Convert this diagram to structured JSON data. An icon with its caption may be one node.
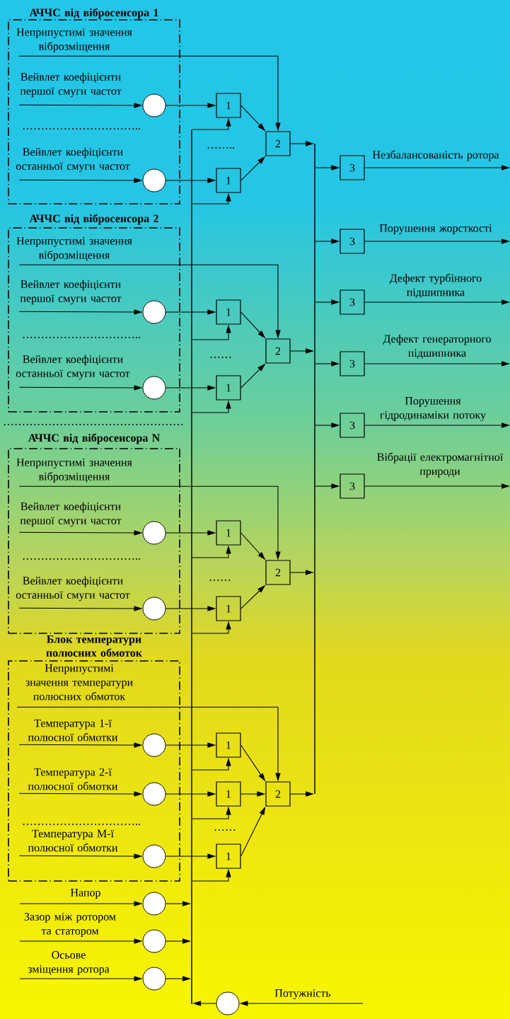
{
  "diagram": {
    "nodes": [
      {
        "text": [
          "АЧЧС від вібросенсора 1"
        ]
      },
      {
        "text": [],
        "shape": "circle",
        "in": 0
      },
      {
        "text": [],
        "shape": "circle",
        "in": 0
      },
      {
        "text": [
          "1"
        ]
      },
      {
        "text": [
          "1"
        ]
      },
      {
        "text": [
          "2"
        ]
      },
      {
        "text": [
          "АЧЧС від вібросенсора 2"
        ]
      },
      {
        "text": [],
        "shape": "circle",
        "in": 6
      },
      {
        "text": [],
        "shape": "circle",
        "in": 6
      },
      {
        "text": [
          "1"
        ]
      },
      {
        "text": [
          "1"
        ]
      },
      {
        "text": [
          "2"
        ]
      },
      {
        "text": [
          "АЧЧС від вібросенсора N"
        ]
      },
      {
        "text": [],
        "shape": "circle",
        "in": 12
      },
      {
        "text": [],
        "shape": "circle",
        "in": 12
      },
      {
        "text": [
          "1"
        ]
      },
      {
        "text": [
          "1"
        ]
      },
      {
        "text": [
          "2"
        ]
      },
      {
        "text": [
          "Блок температури полюсних обмоток"
        ]
      },
      {
        "text": [],
        "shape": "circle",
        "in": 18
      },
      {
        "text": [],
        "shape": "circle",
        "in": 18
      },
      {
        "text": [],
        "shape": "circle",
        "in": 18
      },
      {
        "text": [
          "1"
        ]
      },
      {
        "text": [
          "1"
        ]
      },
      {
        "text": [
          "1"
        ]
      },
      {
        "text": [
          "2"
        ]
      },
      {
        "text": [],
        "shape": "circle"
      },
      {
        "text": [],
        "shape": "circle"
      },
      {
        "text": [],
        "shape": "circle"
      },
      {
        "text": [],
        "shape": "circle"
      },
      {
        "text": [],
        "shape": "bar"
      },
      {
        "text": [],
        "shape": "bar"
      },
      {
        "text": [
          "3"
        ]
      },
      {
        "text": [
          "3"
        ]
      },
      {
        "text": [
          "3"
        ]
      },
      {
        "text": [
          "3"
        ]
      },
      {
        "text": [
          "3"
        ]
      },
      {
        "text": [
          "3"
        ]
      }
    ],
    "edges": [
      {
        "from": 0,
        "to": 1,
        "arrow": "to",
        "label": "Вейвлет коефіцієнти першої смуги частот"
      },
      {
        "from": 1,
        "to": 3,
        "arrow": "to"
      },
      {
        "from": 0,
        "to": 2,
        "arrow": "to",
        "label": "Вейвлет коефіцієнти останньої смуги частот"
      },
      {
        "from": 2,
        "to": 4,
        "arrow": "to"
      },
      {
        "from": 0,
        "to": 5,
        "arrow": "to",
        "label": "Неприпустимі значення віброзміщення"
      },
      {
        "from": 3,
        "to": 5,
        "arrow": "to"
      },
      {
        "from": 4,
        "to": 5,
        "arrow": "to"
      },
      {
        "from": 30,
        "to": 3,
        "arrow": "to"
      },
      {
        "from": 30,
        "to": 4,
        "arrow": "to"
      },
      {
        "from": 5,
        "to": 31,
        "arrow": "to"
      },
      {
        "from": 6,
        "to": 7,
        "arrow": "to",
        "label": "Вейвлет коефіцієнти першої смуги частот"
      },
      {
        "from": 7,
        "to": 9,
        "arrow": "to"
      },
      {
        "from": 6,
        "to": 8,
        "arrow": "to",
        "label": "Вейвлет коефіцієнти останньої смуги частот"
      },
      {
        "from": 8,
        "to": 10,
        "arrow": "to"
      },
      {
        "from": 6,
        "to": 11,
        "arrow": "to",
        "label": "Неприпустимі значення віброзміщення"
      },
      {
        "from": 9,
        "to": 11,
        "arrow": "to"
      },
      {
        "from": 10,
        "to": 11,
        "arrow": "to"
      },
      {
        "from": 30,
        "to": 9,
        "arrow": "to"
      },
      {
        "from": 30,
        "to": 10,
        "arrow": "to"
      },
      {
        "from": 11,
        "to": 31,
        "arrow": "to"
      },
      {
        "from": 12,
        "to": 13,
        "arrow": "to",
        "label": "Вейвлет коефіцієнти першої смуги частот"
      },
      {
        "from": 13,
        "to": 15,
        "arrow": "to"
      },
      {
        "from": 12,
        "to": 14,
        "arrow": "to",
        "label": "Вейвлет коефіцієнти останньої смуги частот"
      },
      {
        "from": 14,
        "to": 16,
        "arrow": "to"
      },
      {
        "from": 12,
        "to": 17,
        "arrow": "to",
        "label": "Неприпустимі значення віброзміщення"
      },
      {
        "from": 15,
        "to": 17,
        "arrow": "to"
      },
      {
        "from": 16,
        "to": 17,
        "arrow": "to"
      },
      {
        "from": 30,
        "to": 15,
        "arrow": "to"
      },
      {
        "from": 30,
        "to": 16,
        "arrow": "to"
      },
      {
        "from": 17,
        "to": 31,
        "arrow": "to"
      },
      {
        "from": 18,
        "to": 19,
        "arrow": "to",
        "label": "Температура 1-ї полюсної обмотки"
      },
      {
        "from": 19,
        "to": 22,
        "arrow": "to"
      },
      {
        "from": 18,
        "to": 20,
        "arrow": "to",
        "label": "Температура 2-ї полюсної обмотки"
      },
      {
        "from": 20,
        "to": 23,
        "arrow": "to"
      },
      {
        "from": 18,
        "to": 21,
        "arrow": "to",
        "label": "Температура M-ї полюсної обмотки"
      },
      {
        "from": 21,
        "to": 24,
        "arrow": "to"
      },
      {
        "from": 18,
        "to": 25,
        "arrow": "to",
        "label": "Неприпустимі значення температури полюсних обмоток"
      },
      {
        "from": 22,
        "to": 25,
        "arrow": "to"
      },
      {
        "from": 23,
        "to": 25,
        "arrow": "to"
      },
      {
        "from": 24,
        "to": 25,
        "arrow": "to"
      },
      {
        "from": 30,
        "to": 22,
        "arrow": "to"
      },
      {
        "from": 30,
        "to": 23,
        "arrow": "to"
      },
      {
        "from": 30,
        "to": 24,
        "arrow": "to"
      },
      {
        "from": 25,
        "to": 31,
        "arrow": "to"
      },
      {
        "from": null,
        "to": 26,
        "arrow": "to",
        "label": "Напор"
      },
      {
        "from": 26,
        "to": 30,
        "arrow": "to"
      },
      {
        "from": null,
        "to": 27,
        "arrow": "to",
        "label": "Зазор між ротором та статором"
      },
      {
        "from": 27,
        "to": 30,
        "arrow": "to"
      },
      {
        "from": null,
        "to": 28,
        "arrow": "to",
        "label": "Осьове зміщення ротора"
      },
      {
        "from": 28,
        "to": 30,
        "arrow": "to"
      },
      {
        "from": null,
        "to": 29,
        "arrow": "to",
        "label": "Потужність"
      },
      {
        "from": 29,
        "to": 30,
        "arrow": "to"
      },
      {
        "from": 31,
        "to": 32,
        "arrow": "to"
      },
      {
        "from": 31,
        "to": 33,
        "arrow": "to"
      },
      {
        "from": 31,
        "to": 34,
        "arrow": "to"
      },
      {
        "from": 31,
        "to": 35,
        "arrow": "to"
      },
      {
        "from": 31,
        "to": 36,
        "arrow": "to"
      },
      {
        "from": 31,
        "to": 37,
        "arrow": "to"
      },
      {
        "from": 32,
        "to": null,
        "arrow": "to",
        "label": "Незбалансованість ротора"
      },
      {
        "from": 33,
        "to": null,
        "arrow": "to",
        "label": "Порушення жорсткості"
      },
      {
        "from": 34,
        "to": null,
        "arrow": "to",
        "label": "Дефект турбінного підшипника"
      },
      {
        "from": 35,
        "to": null,
        "arrow": "to",
        "label": "Дефект генераторного підшипника"
      },
      {
        "from": 36,
        "to": null,
        "arrow": "to",
        "label": "Порушення гідродинаміки потоку"
      },
      {
        "from": 37,
        "to": null,
        "arrow": "to",
        "label": "Вібрації електромагнітної природи"
      }
    ],
    "labels": [
      "…………………………..",
      "……..",
      "…………………………..",
      "……",
      "…………………………………………",
      "…………………………..",
      "……",
      "…………………………..",
      "……"
    ]
  }
}
